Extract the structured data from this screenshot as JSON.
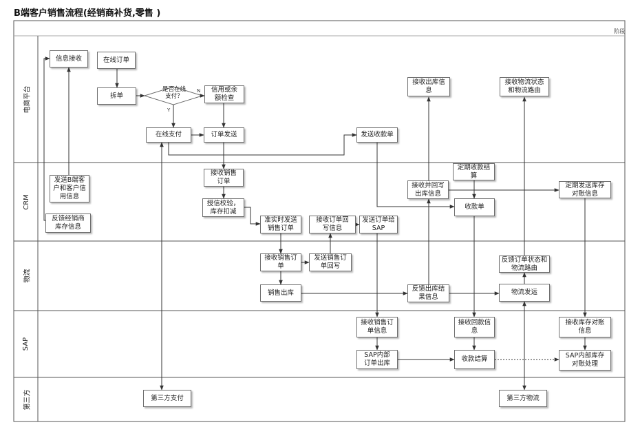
{
  "title": "B端客户销售流程(经销商补货,零售 )",
  "stage_label": "阶段",
  "lanes": [
    "电商平台",
    "CRM",
    "物流",
    "SAP",
    "第三方"
  ],
  "nodes": {
    "info_receive": "信息接收",
    "online_order": "在线订单",
    "split_order": "拆单",
    "decision_online_pay": "是否在线\n支付？",
    "credit_check": "信用或余\n额检查",
    "online_pay": "在线支付",
    "order_send": "订单发送",
    "send_receipt": "发送收款单",
    "recv_out_info": "接收出库信\n息",
    "recv_logistics": "接收物流状态\n和物流路由",
    "send_customer_credit": "发送B端客\n户和客户信\n用信息",
    "feedback_dealer_stock": "反馈经销商\n库存信息",
    "recv_sales_order": "接收销售\n订单",
    "credit_verify": "授信校验，\n库存扣减",
    "realtime_send": "准实时发送\n销售订单",
    "recv_order_writeback": "接收订单回\n写信息",
    "send_order_sap": "发送订单给\nSAP",
    "recv_writeback_out": "接收并回写\n出库信息",
    "periodic_settle": "定期收款结\n算",
    "receipt": "收款单",
    "periodic_send_stock": "定期发送库存\n对账信息",
    "log_recv_sales_order": "接收销售订\n单",
    "log_send_writeback": "发送销售订\n单回写",
    "sales_out": "销售出库",
    "feedback_out_result": "反馈出库结\n果信息",
    "feedback_order_status": "反馈订单状态和\n物流路由",
    "logistics_ship": "物流发运",
    "sap_recv_order": "接收销售订\n单信息",
    "sap_internal_out": "SAP内部\n订单出库",
    "sap_recv_payment": "接收回款信\n息",
    "sap_settle": "收款结算",
    "sap_recv_stock": "接收库存对账\n信息",
    "sap_stock_process": "SAP内部库存\n对账处理",
    "third_pay": "第三方支付",
    "third_logistics": "第三方物流"
  },
  "marks": {
    "yes": "Y",
    "no": "N"
  }
}
